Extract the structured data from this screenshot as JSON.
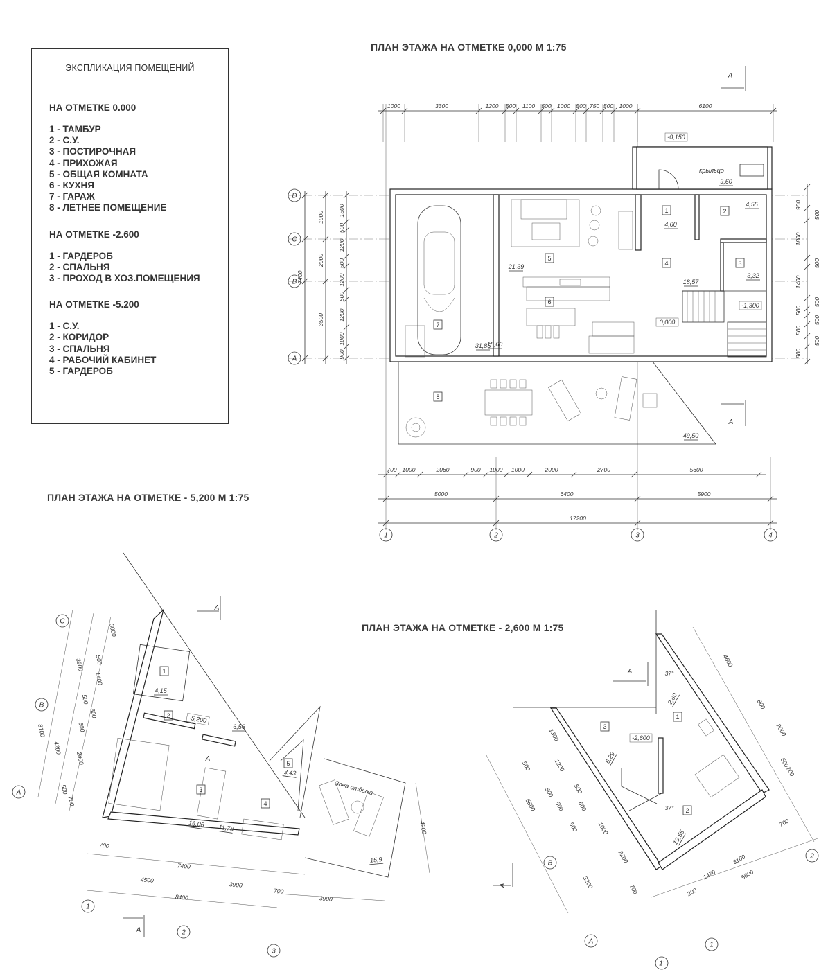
{
  "legend": {
    "title": "ЭКСПЛИКАЦИЯ ПОМЕЩЕНИЙ",
    "sections": [
      {
        "heading": "НА ОТМЕТКЕ 0.000",
        "items": [
          "1 - ТАМБУР",
          "2 - С.У.",
          "3 - ПОСТИРОЧНАЯ",
          "4 - ПРИХОЖАЯ",
          "5 - ОБЩАЯ КОМНАТА",
          "6 - КУХНЯ",
          "7 - ГАРАЖ",
          "8 - ЛЕТНЕЕ ПОМЕЩЕНИЕ"
        ]
      },
      {
        "heading": "НА ОТМЕТКЕ -2.600",
        "items": [
          "1 - ГАРДЕРОБ",
          "2 - СПАЛЬНЯ",
          "3 - ПРОХОД В ХОЗ.ПОМЕЩЕНИЯ"
        ]
      },
      {
        "heading": "НА ОТМЕТКЕ -5.200",
        "items": [
          "1 - С.У.",
          "2 - КОРИДОР",
          "3 - СПАЛЬНЯ",
          "4 - РАБОЧИЙ КАБИНЕТ",
          "5 - ГАРДЕРОБ"
        ]
      }
    ]
  },
  "plan_ground": {
    "title": "ПЛАН ЭТАЖА НА ОТМЕТКЕ 0,000 М 1:75",
    "dims_top": [
      "1000",
      "3300",
      "1200",
      "500",
      "1100",
      "500",
      "1000",
      "500",
      "750",
      "500",
      "1000",
      "6100"
    ],
    "dims_bottom_detail": [
      "700",
      "1000",
      "2060",
      "900",
      "1000",
      "1000",
      "2000",
      "2700",
      "5600"
    ],
    "dims_bottom_axes": [
      "5000",
      "6400",
      "5900"
    ],
    "dims_total": "17200",
    "dims_left_outer": "7400",
    "dims_left_mid": [
      "1900",
      "2000",
      "3500"
    ],
    "dims_left_inner": [
      "1500",
      "500",
      "1200",
      "500",
      "1200",
      "500",
      "1200",
      "1000",
      "900"
    ],
    "dims_right_inner": [
      "900",
      "1800",
      "1400",
      "500",
      "500",
      "800"
    ],
    "dims_right_outer": [
      "500",
      "500",
      "500",
      "500",
      "500"
    ],
    "axes_x": [
      "1",
      "2",
      "3",
      "4"
    ],
    "axes_y": [
      "D",
      "C",
      "B",
      "A"
    ],
    "rooms": [
      {
        "num": "1",
        "area": "4,00"
      },
      {
        "num": "2",
        "area": "4,55"
      },
      {
        "num": "3",
        "area": "3,32"
      },
      {
        "num": "4",
        "area": "18,57"
      },
      {
        "num": "5",
        "area": "21,39"
      },
      {
        "num": "6",
        "area": "18,60"
      },
      {
        "num": "7",
        "area": "31,85"
      },
      {
        "num": "8",
        "area": "49,50"
      }
    ],
    "levels": [
      "-0,150",
      "0,000",
      "-1,300"
    ],
    "porch_label": "крыльцо",
    "porch_area": "9,60",
    "section_mark": "А"
  },
  "plan_minus5200": {
    "title": "ПЛАН ЭТАЖА НА ОТМЕТКЕ - 5,200 М 1:75",
    "dims": [
      "3000",
      "3900",
      "500",
      "1400",
      "500",
      "800",
      "500",
      "8100",
      "4200",
      "2400",
      "500",
      "700",
      "700",
      "7400",
      "4500",
      "3900",
      "8400",
      "700",
      "3900",
      "4200"
    ],
    "axes": [
      "C",
      "B",
      "A",
      "1",
      "2",
      "3"
    ],
    "rooms": [
      {
        "num": "1",
        "area": "4,15"
      },
      {
        "num": "2",
        "area": "6,56"
      },
      {
        "num": "3",
        "area": "16,08"
      },
      {
        "num": "4",
        "area": "11,78"
      },
      {
        "num": "5",
        "area": "3,43"
      }
    ],
    "level": "-5,200",
    "terrace_label": "Зона отдыха",
    "terrace_area": "15,9",
    "section_mark": "А"
  },
  "plan_minus2600": {
    "title": "ПЛАН ЭТАЖА НА ОТМЕТКЕ - 2,600 М 1:75",
    "dims": [
      "4600",
      "800",
      "2000",
      "500",
      "700",
      "1300",
      "500",
      "1200",
      "500",
      "500",
      "500",
      "600",
      "5800",
      "500",
      "1000",
      "2200",
      "3200",
      "700",
      "700",
      "3100",
      "1470",
      "5600",
      "200"
    ],
    "axes": [
      "B",
      "A",
      "1",
      "1'",
      "2"
    ],
    "rooms": [
      {
        "num": "1",
        "area": "2,80"
      },
      {
        "num": "2",
        "area": "19,55"
      },
      {
        "num": "3",
        "area": "6,29"
      }
    ],
    "level": "-2,600",
    "angles": [
      "37°",
      "37°"
    ],
    "section_mark": "А"
  }
}
